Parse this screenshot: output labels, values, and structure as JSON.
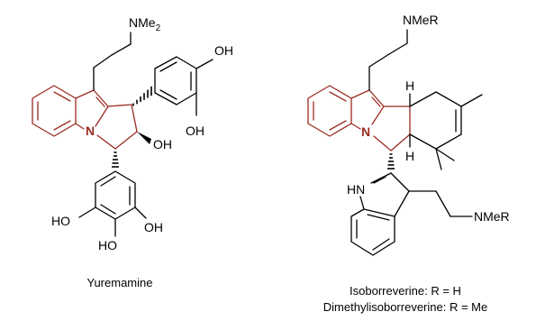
{
  "colors": {
    "ink": "#000000",
    "core": "#9b2a20"
  },
  "yuremamine": {
    "caption": "Yuremamine",
    "amine": "NMe",
    "amine_sub": "2",
    "n": "N",
    "oh_top": "OH",
    "oh_mid": "OH",
    "oh_ring": "OH",
    "ho_left": "HO",
    "ho_bottom": "HO",
    "oh_bottom": "OH"
  },
  "borreverine": {
    "amine_top": "NMeR",
    "amine_bottom": "NMeR",
    "n": "N",
    "hn": "HN",
    "h_top": "H",
    "h_bottom": "H",
    "caption_line1": "Isoborreverine: R = H",
    "caption_line2": "Dimethylisoborreverine: R = Me"
  }
}
